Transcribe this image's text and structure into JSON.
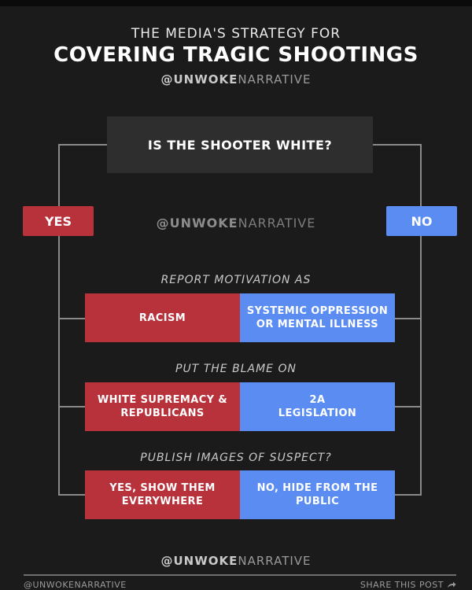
{
  "title": {
    "line1": "THE MEDIA'S STRATEGY FOR",
    "line2": "COVERING TRAGIC SHOOTINGS"
  },
  "handle": {
    "bold": "@UNWOKE",
    "rest": "NARRATIVE"
  },
  "question": "IS THE SHOOTER WHITE?",
  "answers": {
    "yes": "YES",
    "no": "NO"
  },
  "sections": [
    {
      "label": "REPORT MOTIVATION AS",
      "yes": "RACISM",
      "no": "SYSTEMIC OPPRESSION\nOR MENTAL ILLNESS"
    },
    {
      "label": "PUT THE BLAME ON",
      "yes": "WHITE SUPREMACY &\nREPUBLICANS",
      "no": "2A\nLEGISLATION"
    },
    {
      "label": "PUBLISH IMAGES OF SUSPECT?",
      "yes": "YES, SHOW THEM\nEVERYWHERE",
      "no": "NO, HIDE FROM THE\nPUBLIC"
    }
  ],
  "footer": {
    "left": "@UNWOKENARRATIVE",
    "right": "SHARE THIS POST",
    "share_icon": "share-arrow-icon"
  },
  "colors": {
    "background": "#1b1b1b",
    "yes_red": "#b8323b",
    "no_blue": "#5a8cf2",
    "question_box": "#2e2e2e",
    "connector": "#8a8a8a"
  }
}
